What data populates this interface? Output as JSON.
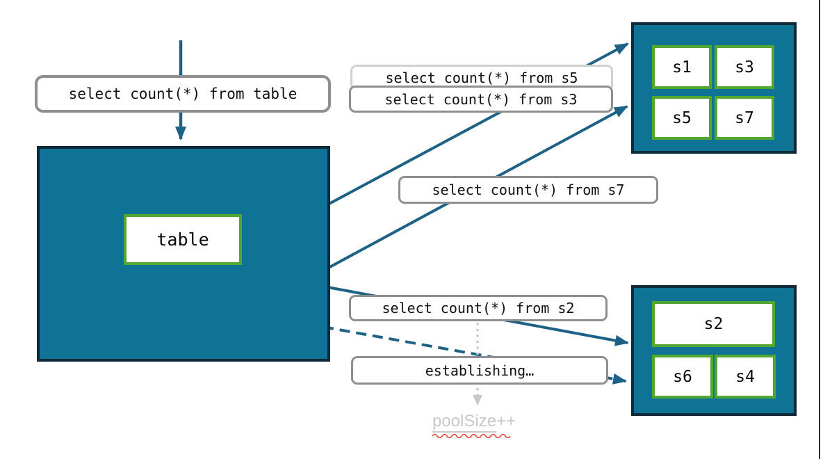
{
  "colors": {
    "teal_fill": "#0f7396",
    "dark_navy_border": "#0e2a38",
    "green_border": "#53a62f",
    "arrow_teal": "#1d6286",
    "label_border_gray": "#8f8f8f",
    "label_border_light": "#d0d0d0",
    "muted_text_gray": "#c8c8c8",
    "spellcheck_red": "#e0433c"
  },
  "labels": {
    "query_table": "select count(*) from table",
    "query_s5": "select count(*) from s5",
    "query_s3": "select count(*) from s3",
    "query_s7": "select count(*) from s7",
    "query_s2": "select count(*) from s2",
    "establishing": "establishing…",
    "pool_size": "poolSize",
    "pool_size_suffix": "++"
  },
  "table_box": {
    "label": "table"
  },
  "shard_groups": {
    "top": {
      "shards": [
        "s1",
        "s3",
        "s5",
        "s7"
      ]
    },
    "bottom": {
      "shards": [
        "s2",
        "s6",
        "s4"
      ]
    }
  }
}
